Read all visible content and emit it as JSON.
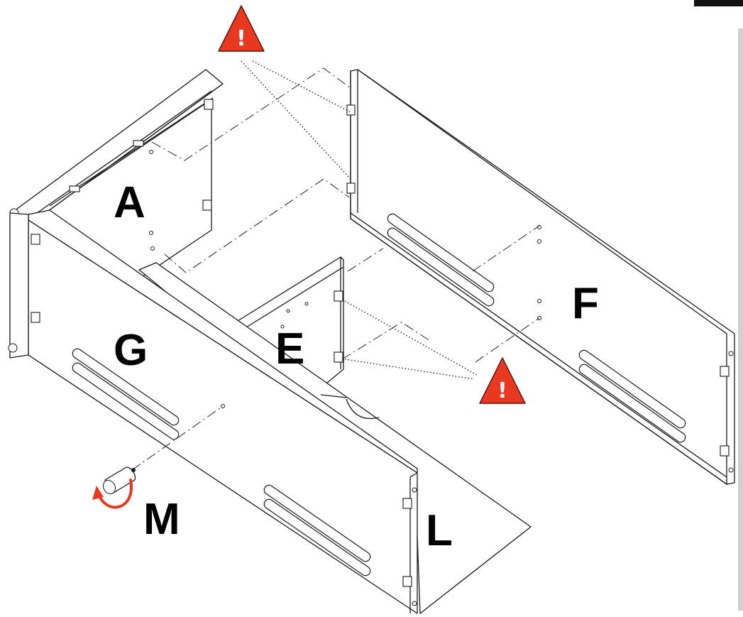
{
  "part_labels": {
    "a": "A",
    "e": "E",
    "f": "F",
    "g": "G",
    "l": "L",
    "m": "M"
  },
  "warnings": [
    {
      "icon": "warning-triangle-icon",
      "symbol": "!"
    },
    {
      "icon": "warning-triangle-icon",
      "symbol": "!"
    }
  ],
  "colors": {
    "warning": "#e8381f",
    "rotate_arrow": "#e8381f",
    "line": "#1a1a1a"
  }
}
